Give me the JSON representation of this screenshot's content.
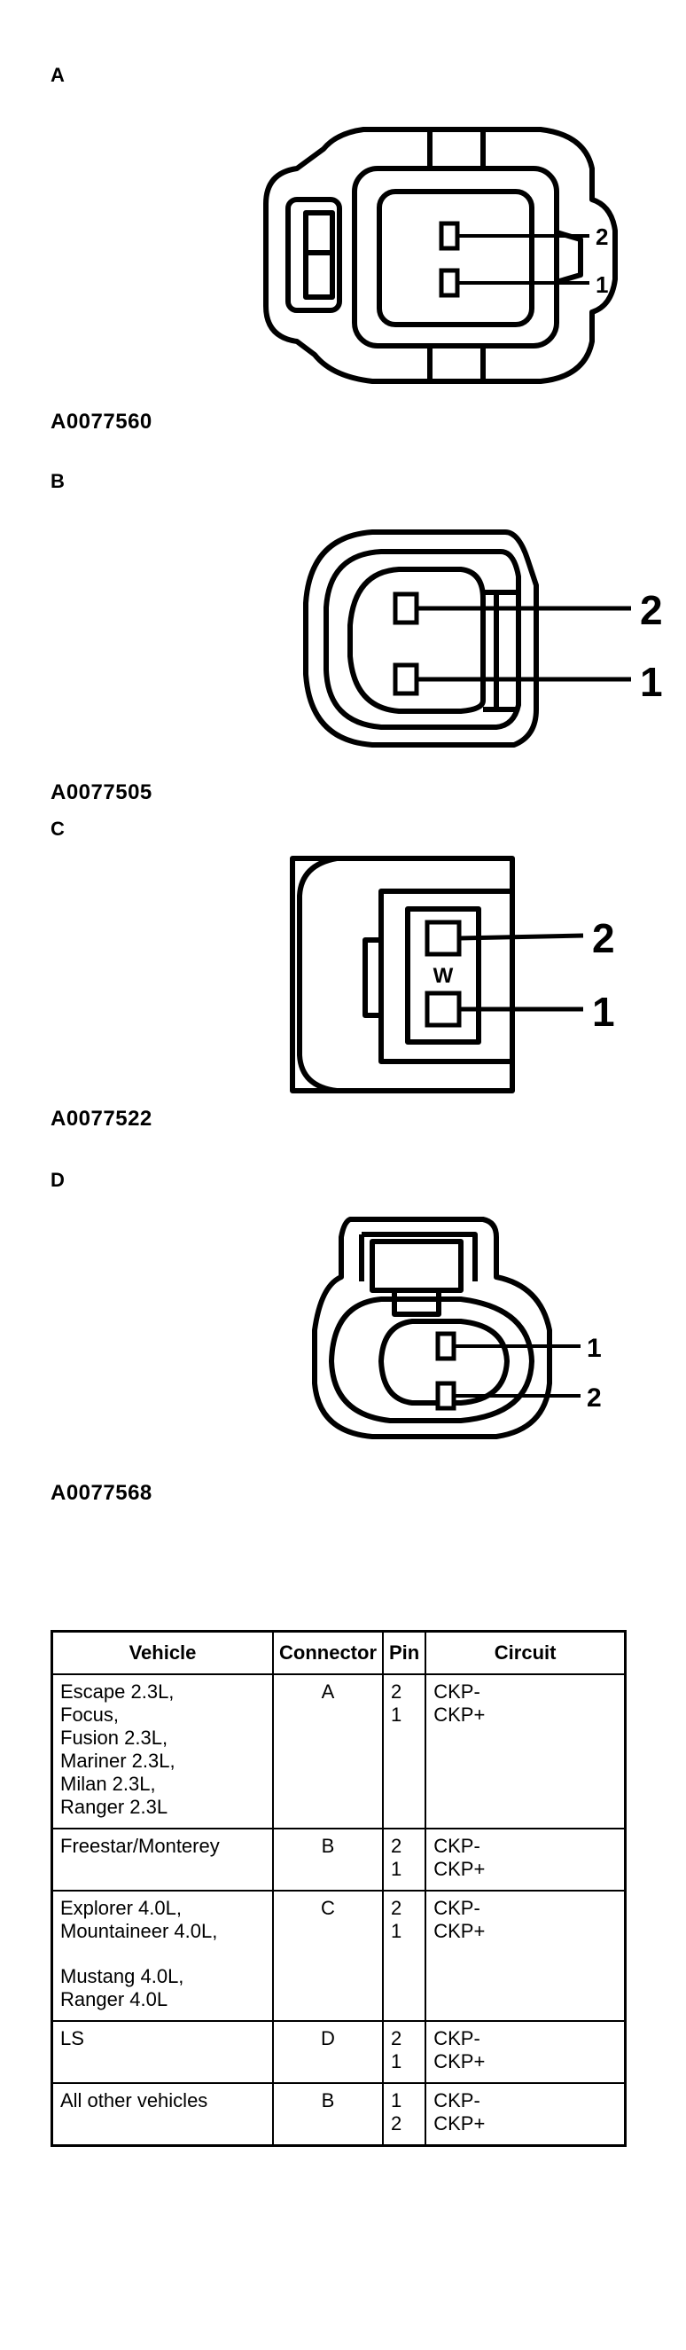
{
  "sections": [
    {
      "letter": "A",
      "figure_id": "A0077560",
      "pin_labels": [
        "2",
        "1"
      ]
    },
    {
      "letter": "B",
      "figure_id": "A0077505",
      "pin_labels": [
        "2",
        "1"
      ]
    },
    {
      "letter": "C",
      "figure_id": "A0077522",
      "pin_labels": [
        "2",
        "1"
      ],
      "housing_mark": "W"
    },
    {
      "letter": "D",
      "figure_id": "A0077568",
      "pin_labels": [
        "1",
        "2"
      ]
    }
  ],
  "table": {
    "headers": [
      "Vehicle",
      "Connector",
      "Pin",
      "Circuit"
    ],
    "rows": [
      {
        "vehicle": "Escape 2.3L,\nFocus,\nFusion 2.3L,\nMariner 2.3L,\nMilan 2.3L,\nRanger 2.3L",
        "connector": "A",
        "pin": "2\n1",
        "circuit": "CKP-\nCKP+"
      },
      {
        "vehicle": "Freestar/Monterey",
        "connector": "B",
        "pin": "2\n1",
        "circuit": "CKP-\nCKP+"
      },
      {
        "vehicle": "Explorer 4.0L,\nMountaineer 4.0L,\n\nMustang 4.0L,\nRanger 4.0L",
        "connector": "C",
        "pin": "2\n1",
        "circuit": "CKP-\nCKP+"
      },
      {
        "vehicle": "LS",
        "connector": "D",
        "pin": "2\n1",
        "circuit": "CKP-\nCKP+"
      },
      {
        "vehicle": "All other vehicles",
        "connector": "B",
        "pin": "1\n2",
        "circuit": "CKP-\nCKP+"
      }
    ]
  }
}
